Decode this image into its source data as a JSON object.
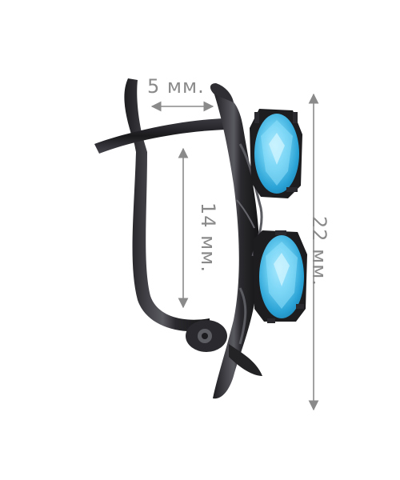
{
  "dimensions": {
    "width_label": "5 мм.",
    "inner_height_label": "14 мм.",
    "total_height_label": "22 мм."
  },
  "colors": {
    "metal": "#2a2a2e",
    "metal_highlight": "#6e6e76",
    "stone": "#3fb6e6",
    "stone_light": "#a8e4f8",
    "dimension": "#8a8a8a"
  }
}
